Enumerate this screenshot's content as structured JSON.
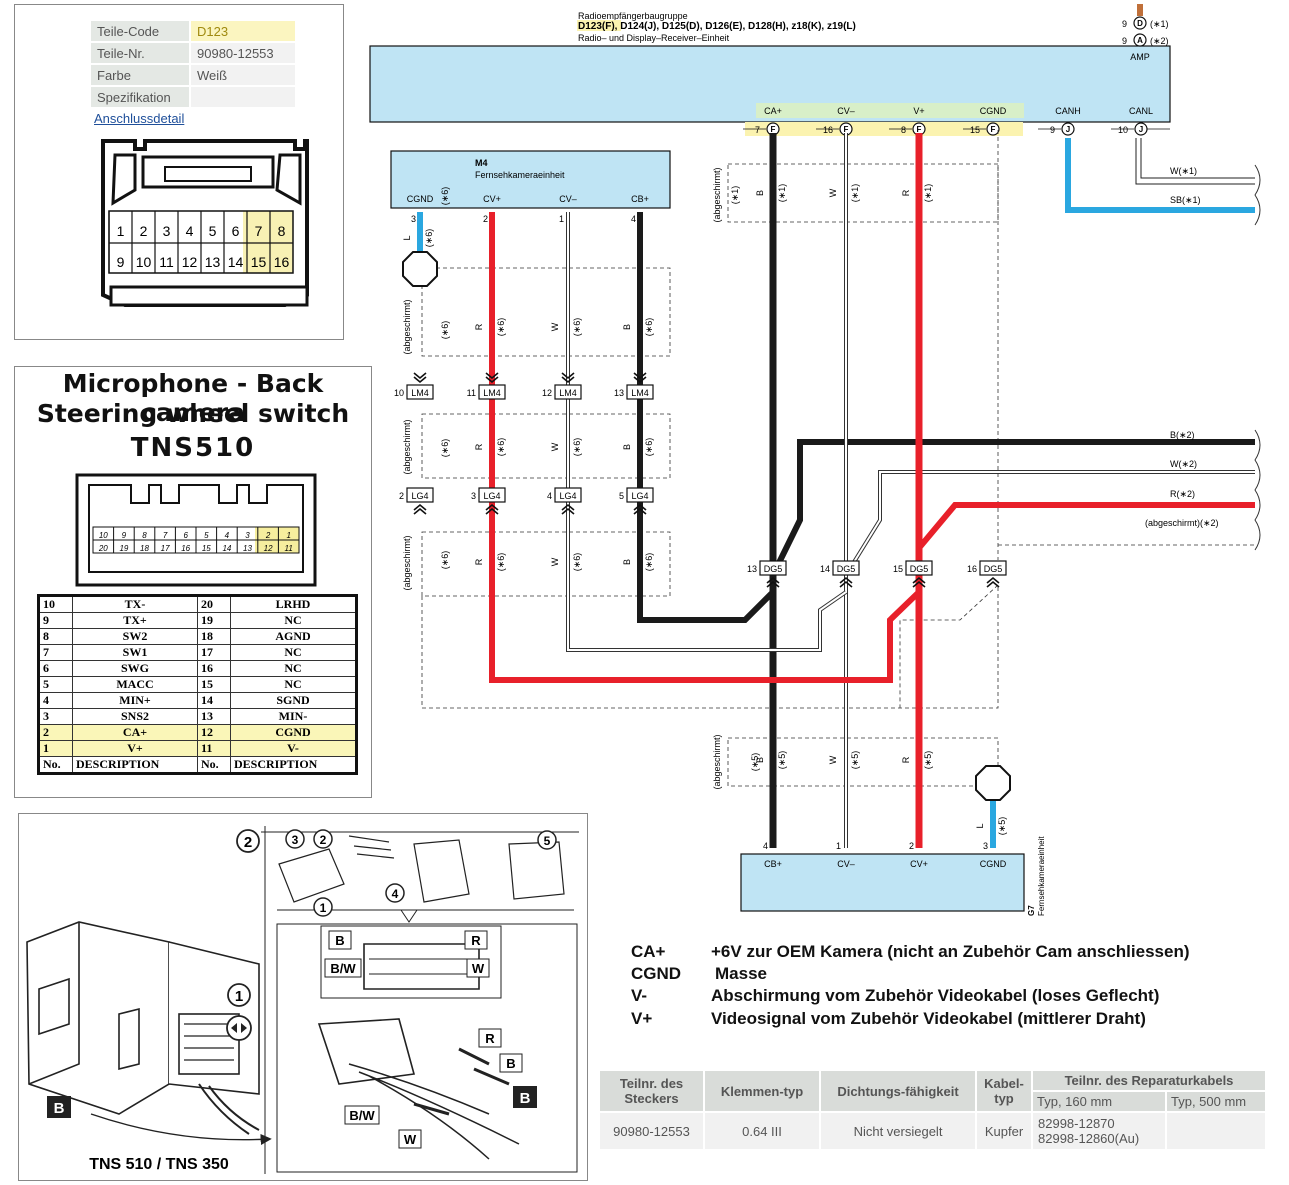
{
  "part_info": {
    "rows": [
      {
        "key": "Teile-Code",
        "value": "D123"
      },
      {
        "key": "Teile-Nr.",
        "value": "90980-12553"
      },
      {
        "key": "Farbe",
        "value": "Weiß"
      },
      {
        "key": "Spezifikation",
        "value": ""
      }
    ],
    "link": "Anschlussdetail",
    "connector_pins_top": [
      "1",
      "2",
      "3",
      "4",
      "5",
      "6",
      "7",
      "8"
    ],
    "connector_pins_bottom": [
      "9",
      "10",
      "11",
      "12",
      "13",
      "14",
      "15",
      "16"
    ]
  },
  "tns": {
    "title1": "Microphone - Back camera",
    "title2": "Steering wheel switch",
    "model": "TNS510",
    "conn_top": [
      "10",
      "9",
      "8",
      "7",
      "6",
      "5",
      "4",
      "3",
      "2",
      "1"
    ],
    "conn_bottom": [
      "20",
      "19",
      "18",
      "17",
      "16",
      "15",
      "14",
      "13",
      "12",
      "11"
    ],
    "pin_rows": [
      {
        "n1": "10",
        "d1": "TX-",
        "n2": "20",
        "d2": "LRHD"
      },
      {
        "n1": "9",
        "d1": "TX+",
        "n2": "19",
        "d2": "NC"
      },
      {
        "n1": "8",
        "d1": "SW2",
        "n2": "18",
        "d2": "AGND"
      },
      {
        "n1": "7",
        "d1": "SW1",
        "n2": "17",
        "d2": "NC"
      },
      {
        "n1": "6",
        "d1": "SWG",
        "n2": "16",
        "d2": "NC"
      },
      {
        "n1": "5",
        "d1": "MACC",
        "n2": "15",
        "d2": "NC"
      },
      {
        "n1": "4",
        "d1": "MIN+",
        "n2": "14",
        "d2": "SGND"
      },
      {
        "n1": "3",
        "d1": "SNS2",
        "n2": "13",
        "d2": "MIN-"
      },
      {
        "n1": "2",
        "d1": "CA+",
        "n2": "12",
        "d2": "CGND"
      },
      {
        "n1": "1",
        "d1": "V+",
        "n2": "11",
        "d2": "V-"
      }
    ],
    "header": {
      "n1": "No.",
      "d1": "DESCRIPTION",
      "n2": "No.",
      "d2": "DESCRIPTION"
    }
  },
  "illustration": {
    "step_main": "2",
    "steps": [
      "3",
      "2",
      "1",
      "4",
      "5",
      "1"
    ],
    "labels": [
      "B",
      "R",
      "B/W",
      "W",
      "R",
      "B",
      "B/W",
      "W",
      "B",
      "B"
    ],
    "caption": "TNS 510 / TNS 350"
  },
  "schematic": {
    "radio_title": "Radioempfängerbaugruppe",
    "radio_codes": "D123(F), D124(J), D125(D), D126(E), D128(H), z18(K), z19(L)",
    "radio_sub": "Radio– und Display–Receiver–Einheit",
    "amp_label": "AMP",
    "top_right_pins": [
      {
        "num": "9",
        "conn": "D",
        "note": "(∗1)"
      },
      {
        "num": "9",
        "conn": "A",
        "note": "(∗2)"
      }
    ],
    "radio_pins": [
      {
        "name": "CA+",
        "num": "7",
        "conn": "F"
      },
      {
        "name": "CV–",
        "num": "16",
        "conn": "F"
      },
      {
        "name": "V+",
        "num": "8",
        "conn": "F"
      },
      {
        "name": "CGND",
        "num": "15",
        "conn": "F"
      },
      {
        "name": "CANH",
        "num": "9",
        "conn": "J"
      },
      {
        "name": "CANL",
        "num": "10",
        "conn": "J"
      }
    ],
    "m4_code": "M4",
    "m4_name": "Fernsehkameraeinheit",
    "m4_pins": [
      {
        "name": "CGND",
        "num": "3"
      },
      {
        "name": "CV+",
        "num": "2"
      },
      {
        "name": "CV–",
        "num": "1"
      },
      {
        "name": "CB+",
        "num": "4"
      }
    ],
    "shield_label": "(abgeschirmt)",
    "note1": "(∗1)",
    "note5": "(∗5)",
    "note6": "(∗6)",
    "lm4": {
      "code": "LM4",
      "nums": [
        "10",
        "11",
        "12",
        "13"
      ]
    },
    "lg4": {
      "code": "LG4",
      "nums": [
        "2",
        "3",
        "4",
        "5"
      ]
    },
    "dg5": {
      "code": "DG5",
      "nums": [
        "13",
        "14",
        "15",
        "16"
      ]
    },
    "wire_colors": {
      "B": "B",
      "W": "W",
      "R": "R",
      "L": "L"
    },
    "right_wires": [
      {
        "label": "W(∗1)"
      },
      {
        "label": "SB(∗1)"
      },
      {
        "label": "B(∗2)"
      },
      {
        "label": "W(∗2)"
      },
      {
        "label": "R(∗2)"
      },
      {
        "label": "(abgeschirmt)(∗2)"
      }
    ],
    "g7_code": "G7",
    "g7_name": "Fernsehkameraeinheit",
    "g7_pins": [
      {
        "name": "CB+",
        "num": "4"
      },
      {
        "name": "CV–",
        "num": "1"
      },
      {
        "name": "CV+",
        "num": "2"
      },
      {
        "name": "CGND",
        "num": "3"
      }
    ],
    "colors": {
      "red": "#e8202a",
      "black": "#1a1a1a",
      "blue": "#2aa7e0",
      "box": "#bfe4f4",
      "green_hl": "#d8efc8",
      "yellow_hl": "#fbf3b0"
    }
  },
  "legend": [
    {
      "key": "CA+",
      "text": "+6V zur OEM Kamera (nicht an Zubehör Cam anschliessen)"
    },
    {
      "key": "CGND",
      "text": "Masse"
    },
    {
      "key": "V-",
      "text": "Abschirmung vom Zubehör Videokabel (loses Geflecht)"
    },
    {
      "key": "V+",
      "text": "Videosignal vom Zubehör Videokabel (mittlerer Draht)"
    }
  ],
  "repair_table": {
    "h_plug": "Teilnr. des Steckers",
    "h_term": "Klemmen-typ",
    "h_seal": "Dichtungs-fähigkeit",
    "h_cable": "Kabel-typ",
    "h_repair": "Teilnr. des Reparaturkabels",
    "h_160": "Typ, 160 mm",
    "h_500": "Typ, 500 mm",
    "plug": "90980-12553",
    "term": "0.64 III",
    "seal": "Nicht versiegelt",
    "cable": "Kupfer",
    "repair_160a": "82998-12870",
    "repair_160b": "82998-12860(Au)",
    "repair_500": ""
  }
}
